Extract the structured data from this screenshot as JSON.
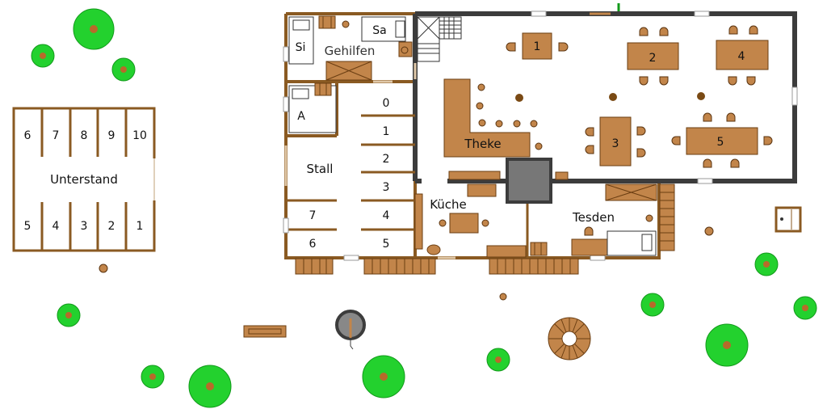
{
  "map": {
    "unterstand": {
      "name": "Unterstand",
      "stalls_top": [
        "6",
        "7",
        "8",
        "9",
        "10"
      ],
      "stalls_bottom": [
        "5",
        "4",
        "3",
        "2",
        "1"
      ]
    },
    "gehilfen": {
      "name": "Gehilfen",
      "bed_si": "Si",
      "bed_sa": "Sa"
    },
    "stall": {
      "name": "Stall",
      "bed_a": "A",
      "boxes_right": [
        "0",
        "1",
        "2",
        "3",
        "4",
        "5"
      ],
      "boxes_left": [
        "7",
        "6"
      ]
    },
    "kueche": {
      "name": "Küche"
    },
    "theke": {
      "name": "Theke"
    },
    "tesden": {
      "name": "Tesden"
    },
    "tables": [
      "1",
      "2",
      "3",
      "4",
      "5"
    ]
  }
}
